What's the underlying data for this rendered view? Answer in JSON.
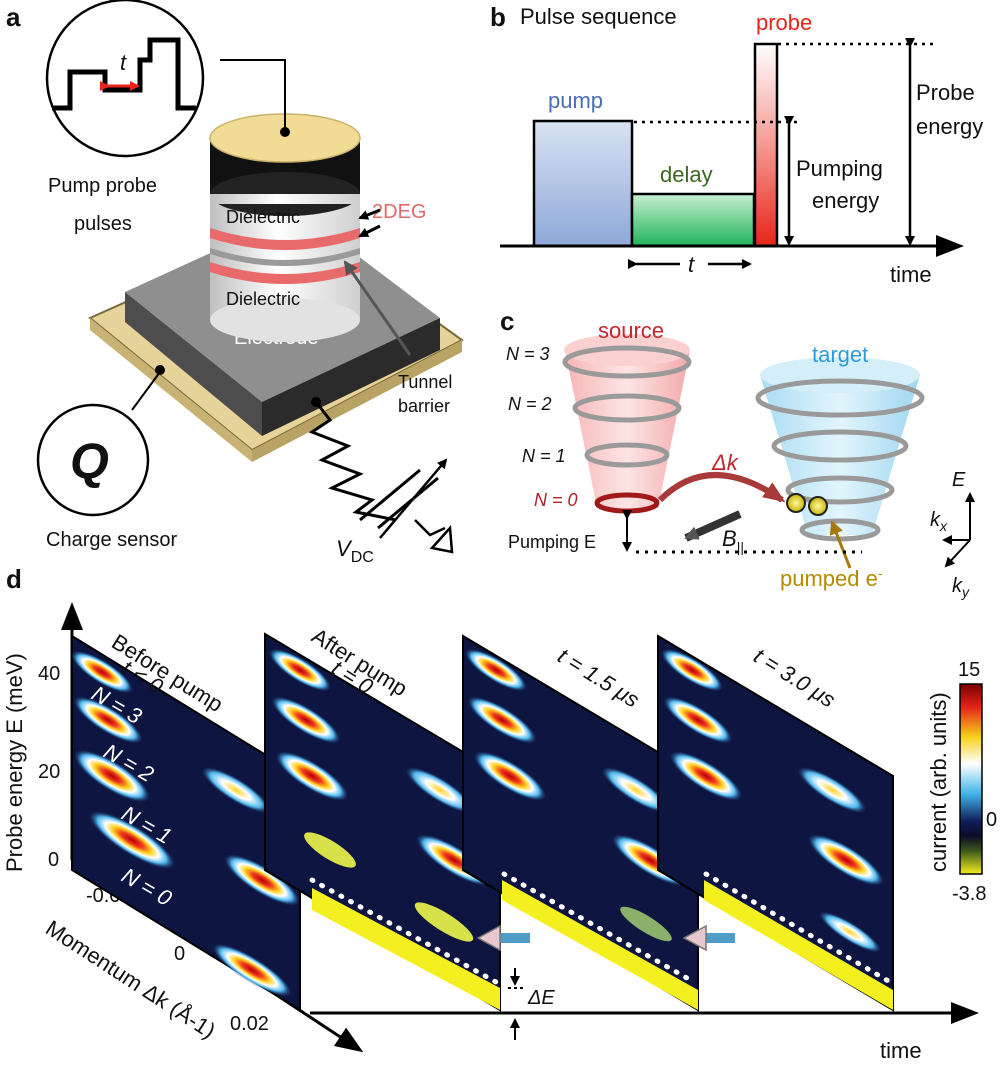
{
  "panels": {
    "a": "a",
    "b": "b",
    "c": "c",
    "d": "d"
  },
  "panel_a": {
    "pulse_symbol": "t",
    "pulses_label_line1": "Pump probe",
    "pulses_label_line2": "pulses",
    "dielectric_top": "Dielectric",
    "dielectric_bottom": "Dielectric",
    "twodeg": "2DEG",
    "electrode": "Electrode",
    "tunnel_line1": "Tunnel",
    "tunnel_line2": "barrier",
    "charge_symbol": "Q",
    "charge_label": "Charge sensor",
    "vdc_main": "V",
    "vdc_sub": "DC"
  },
  "panel_b": {
    "title": "Pulse sequence",
    "pump": "pump",
    "delay": "delay",
    "probe": "probe",
    "t": "t",
    "pumping_line1": "Pumping",
    "pumping_line2": "energy",
    "probe_energy_line1": "Probe",
    "probe_energy_line2": "energy",
    "time": "time"
  },
  "panel_c": {
    "source": "source",
    "target": "target",
    "levels": [
      "N = 3",
      "N = 2",
      "N = 1",
      "N = 0"
    ],
    "dk": "Δk",
    "b_main": "B",
    "b_sub": "||",
    "pumping_e": "Pumping E",
    "pumped": "pumped e",
    "pumped_sup": "-",
    "axis_e": "E",
    "axis_kx_main": "k",
    "axis_kx_sub": "x",
    "axis_ky_main": "k",
    "axis_ky_sub": "y"
  },
  "panel_d": {
    "y_axis_label": "Probe energy E (meV)",
    "y_ticks": [
      "40",
      "20",
      "0"
    ],
    "x_axis_label": "Momentum Δk (Å-1)",
    "x_ticks": [
      "-0.02",
      "0",
      "0.02"
    ],
    "time_label": "time",
    "delta_e": "ΔE",
    "slices": [
      {
        "title": "Before pump",
        "subtitle": "t < 0"
      },
      {
        "title": "After pump",
        "subtitle": "t = 0"
      },
      {
        "title": "t = 1.5 μs",
        "subtitle": ""
      },
      {
        "title": "t = 3.0  μs",
        "subtitle": ""
      }
    ],
    "n_labels": [
      "N = 3",
      "N = 2",
      "N = 1",
      "N = 0"
    ],
    "colorbar": {
      "max": "15",
      "zero": "0",
      "min": "-3.8",
      "label": "current (arb. units)"
    }
  },
  "colors": {
    "pump": "#6f8fc4",
    "delay": "#3fb65a",
    "probe": "#e53222",
    "source": "#d63a3a",
    "target": "#2f9bd6",
    "pumped": "#b48a00",
    "yellow": "#f4ef1f"
  }
}
